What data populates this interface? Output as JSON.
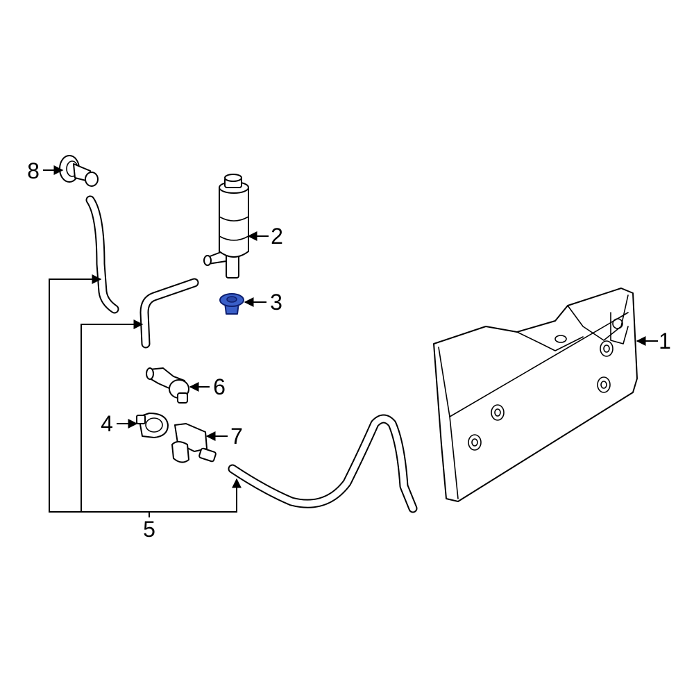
{
  "callouts": [
    {
      "id": "1",
      "label": "1"
    },
    {
      "id": "2",
      "label": "2"
    },
    {
      "id": "3",
      "label": "3"
    },
    {
      "id": "4",
      "label": "4"
    },
    {
      "id": "5",
      "label": "5"
    },
    {
      "id": "6",
      "label": "6"
    },
    {
      "id": "7",
      "label": "7"
    },
    {
      "id": "8",
      "label": "8"
    }
  ],
  "colors": {
    "highlight": "#3a5fc8",
    "line": "#000000",
    "background": "#ffffff"
  }
}
